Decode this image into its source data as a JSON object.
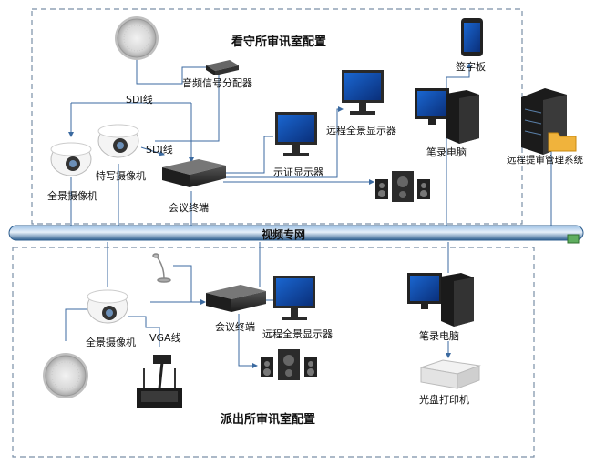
{
  "top_section": {
    "title": "看守所审讯室配置"
  },
  "bottom_section": {
    "title": "派出所审讯室配置"
  },
  "network": {
    "label": "视频专网"
  },
  "labels": {
    "audio_splitter": "音频信号分配器",
    "sdi_line_1": "SDI线",
    "sdi_line_2": "SDI线",
    "panoramic_camera_top": "全景摄像机",
    "closeup_camera": "特写摄像机",
    "conference_terminal_top": "会议终端",
    "display_monitor": "示证显示器",
    "remote_monitor_top": "远程全景显示器",
    "tablet": "签字板",
    "recording_pc_top": "笔录电脑",
    "remote_system": "远程提审管理系统",
    "panoramic_camera_bottom": "全景摄像机",
    "vga_line": "VGA线",
    "conference_terminal_bottom": "会议终端",
    "remote_monitor_bottom": "远程全景显示器",
    "recording_pc_bottom": "笔录电脑",
    "disc_printer": "光盘打印机"
  },
  "colors": {
    "dashed_border": "#7a8fa6",
    "line": "#3b6aa0",
    "bus_dark": "#2f5f8f",
    "bus_light": "#cfe0f2"
  },
  "icons": [
    "microphone-pickup-icon",
    "audio-splitter-icon",
    "dome-camera-icon",
    "conference-terminal-icon",
    "monitor-icon",
    "speaker-icon",
    "tablet-icon",
    "pc-tower-icon",
    "server-icon",
    "folder-icon",
    "gooseneck-mic-icon",
    "document-camera-icon",
    "disc-printer-icon"
  ]
}
